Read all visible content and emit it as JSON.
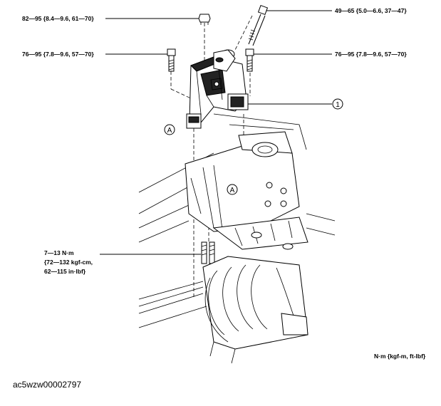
{
  "labels": {
    "torque_top_left": "82—95 {8.4—9.6, 61—70}",
    "torque_top_right": "49—65 {5.0—6.6, 37—47}",
    "torque_mid_left": "76—95 {7.8—9.6, 57—70}",
    "torque_mid_right": "76—95 {7.8—9.6, 57—70}",
    "torque_stud_line1": "7—13 N·m",
    "torque_stud_line2": "{72—132 kgf-cm,",
    "torque_stud_line3": "62—115 in·lbf}",
    "callout_1": "1",
    "callout_a1": "A",
    "callout_a2": "A",
    "units_note": "N·m {kgf-m, ft-lbf}"
  },
  "caption": "ac5wzw00002797"
}
